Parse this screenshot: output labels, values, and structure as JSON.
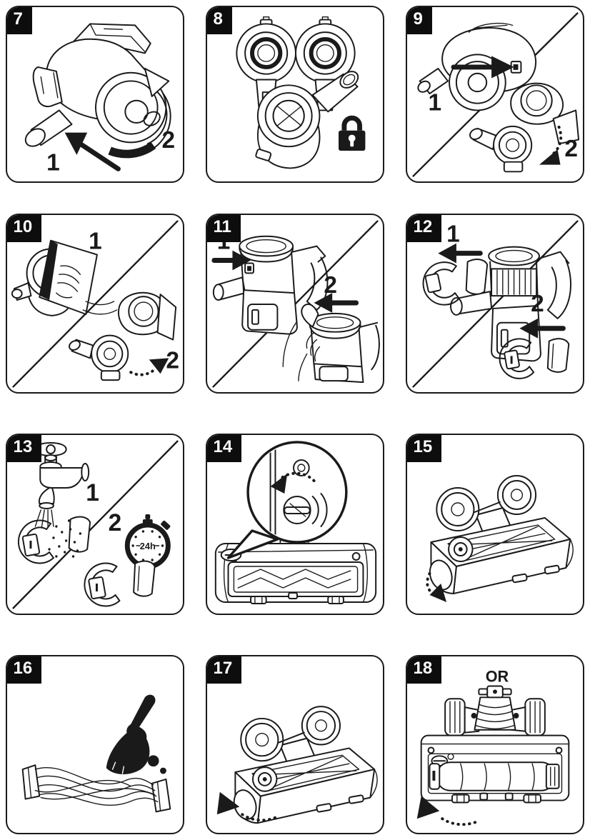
{
  "colors": {
    "background": "#ffffff",
    "line": "#1a1a1a",
    "badge_bg": "#0d0d0d",
    "badge_text": "#ffffff"
  },
  "panels": [
    {
      "number": "7",
      "illustration": "handheld-vacuum-rotate-dust-cup",
      "steps": [
        {
          "label": "1"
        },
        {
          "label": "2"
        }
      ]
    },
    {
      "number": "8",
      "illustration": "filter-discs-and-dust-cup",
      "icons": [
        "padlock-icon"
      ]
    },
    {
      "number": "9",
      "illustration": "press-release-and-remove-dust-cup",
      "steps": [
        {
          "label": "1"
        },
        {
          "label": "2"
        }
      ]
    },
    {
      "number": "10",
      "illustration": "wipe-dust-cup-with-cloth",
      "steps": [
        {
          "label": "1"
        },
        {
          "label": "2"
        }
      ]
    },
    {
      "number": "11",
      "illustration": "press-latch-and-pull-cup",
      "steps": [
        {
          "label": "1"
        },
        {
          "label": "2"
        }
      ]
    },
    {
      "number": "12",
      "illustration": "remove-filter-parts",
      "steps": [
        {
          "label": "1"
        },
        {
          "label": "2"
        }
      ]
    },
    {
      "number": "13",
      "illustration": "rinse-filters-and-dry",
      "steps": [
        {
          "label": "1"
        },
        {
          "label": "2"
        }
      ],
      "timer_label": "24h",
      "icons": [
        "faucet-icon",
        "stopwatch-icon"
      ]
    },
    {
      "number": "14",
      "illustration": "floor-head-latch-magnified",
      "icons": [
        "magnifier-callout"
      ]
    },
    {
      "number": "15",
      "illustration": "flip-floor-head"
    },
    {
      "number": "16",
      "illustration": "clean-brush-bar",
      "icons": [
        "cleaning-brush-icon"
      ]
    },
    {
      "number": "17",
      "illustration": "floor-head-underside"
    },
    {
      "number": "18",
      "illustration": "alternative-floor-head-underside",
      "or_label": "OR"
    }
  ]
}
